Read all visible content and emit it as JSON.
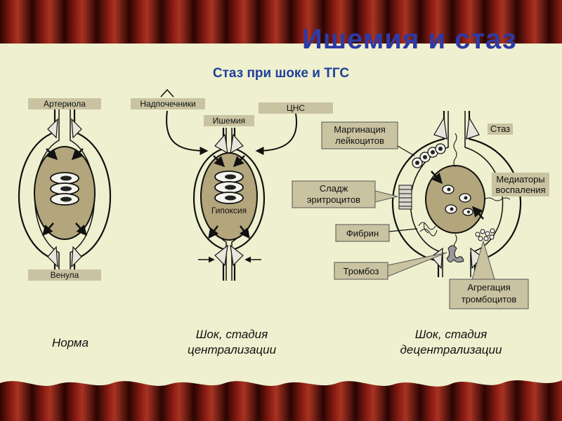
{
  "slide": {
    "title": "Ишемия и стаз",
    "subtitle": "Стаз при шоке и ТГС"
  },
  "panels": {
    "norm": {
      "arteriole": "Артериола",
      "venule": "Венула",
      "caption": "Норма"
    },
    "centralization": {
      "adrenals": "Надпочечники",
      "cns": "ЦНС",
      "ischemia": "Ишемия",
      "hypoxia": "Гипоксия",
      "caption_line1": "Шок, стадия",
      "caption_line2": "централизации"
    },
    "decentralization": {
      "margination_line1": "Маргинация",
      "margination_line2": "лейкоцитов",
      "stasis": "Стаз",
      "mediators_line1": "Медиаторы",
      "mediators_line2": "воспаления",
      "sludge_line1": "Сладж",
      "sludge_line2": "эритроцитов",
      "fibrin": "Фибрин",
      "thrombosis": "Тромбоз",
      "aggregation_line1": "Агрегация",
      "aggregation_line2": "тромбоцитов",
      "caption_line1": "Шок, стадия",
      "caption_line2": "децентрализации"
    }
  },
  "colors": {
    "background": "#eef0cf",
    "label_box": "#c9c3a1",
    "tissue": "#b3a57c",
    "title": "#2e3aa6",
    "curtain": "#7a150f"
  }
}
